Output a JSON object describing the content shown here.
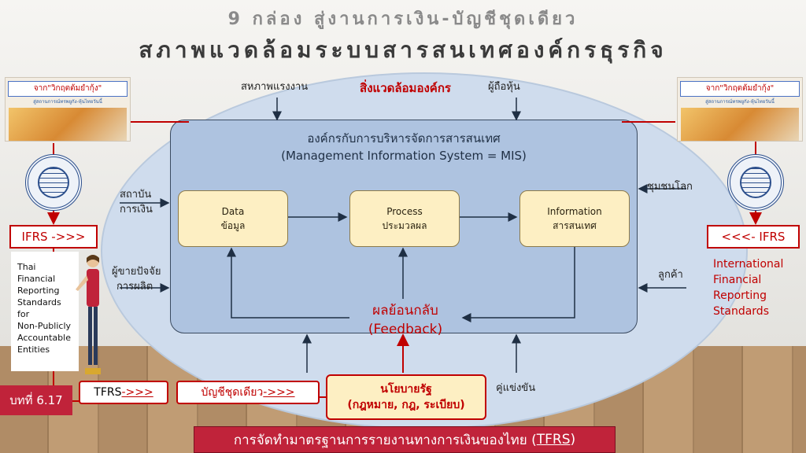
{
  "title": {
    "line1": "9 กล่อง สู่งานการเงิน-บัญชีชุดเดียว",
    "line2": "สภาพแวดล้อมระบบสารสนเทศองค์กรธุรกิจ"
  },
  "environment": {
    "title": "สิ่งแวดล้อมองค์กร",
    "top_left": "สหภาพแรงงาน",
    "top_right": "ผู้ถือหุ้น",
    "left_top": [
      "สถาบัน",
      "การเงิน"
    ],
    "left_bottom": [
      "ผู้ขายปัจจัย",
      "การผลิต"
    ],
    "right_top": "ชุมชนโลก",
    "right_bottom": "ลูกค้า",
    "bottom_right": "คู่แข่งขัน"
  },
  "mis": {
    "title_th": "องค์กรกับการบริหารจัดการสารสนเทศ",
    "title_en": "(Management Information System = MIS)",
    "data": {
      "en": "Data",
      "th": "ข้อมูล"
    },
    "process": {
      "en": "Process",
      "th": "ประมวลผล"
    },
    "information": {
      "en": "Information",
      "th": "สารสนเทศ"
    },
    "feedback_th": "ผลย้อนกลับ",
    "feedback_en": "(Feedback)"
  },
  "left_panel": {
    "book_title": "จาก\"วิกฤตต้มยำกุ้ง\"",
    "book_sub": "สู่สถานการณ์ทรพยูกัง-หุ้นไทยวันนี้",
    "imf_logo_icon": "imf-seal-icon",
    "ifrs_label": "IFRS ->>>",
    "tfrs_lines": [
      "Thai",
      "Financial",
      "Reporting",
      "Standards",
      "for",
      "Non-Publicly",
      "Accountable",
      "Entities"
    ],
    "chapter": "บทที่ 6.17"
  },
  "right_panel": {
    "book_title": "จาก\"วิกฤตต้มยำกุ้ง\"",
    "book_sub": "สู่สถานการณ์ทรพยูกัง-หุ้นไทยวันนี้",
    "ifrs_label": "<<<- IFRS",
    "ifrs_lines": [
      "International",
      "Financial",
      "Reporting",
      "Standards"
    ]
  },
  "bottom": {
    "tfrs_prefix": "TFRS ",
    "tfrs_arrow": "->>>",
    "single_account": "บัญชีชุดเดียว ",
    "single_arrow": "->>>",
    "policy_line1": "นโยบายรัฐ",
    "policy_line2": "(กฎหมาย, กฎ, ระเบียบ)",
    "footer_text": "การจัดทำมาตรฐานการรายงานทางการเงินของไทย (",
    "footer_abbr": "TFRS",
    "footer_close": ")"
  },
  "colors": {
    "accent_red": "#c00000",
    "mis_blue": "#aec3e0",
    "node_yellow": "#fdefc3",
    "banner_red": "#c0233a"
  }
}
